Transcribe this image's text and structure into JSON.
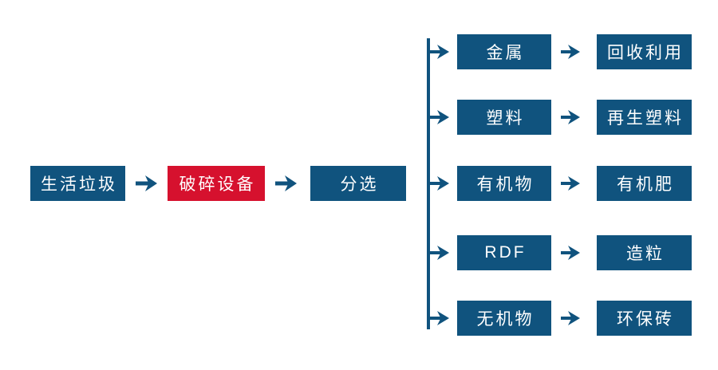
{
  "colors": {
    "node_blue": "#10537e",
    "node_red": "#d6112e",
    "arrow_blue": "#10537e",
    "text_white": "#ffffff",
    "background": "#ffffff"
  },
  "main_flow": [
    {
      "label": "生活垃圾"
    },
    {
      "label": "破碎设备"
    },
    {
      "label": "分选"
    }
  ],
  "branches": [
    {
      "category": "金属",
      "result": "回收利用"
    },
    {
      "category": "塑料",
      "result": "再生塑料"
    },
    {
      "category": "有机物",
      "result": "有机肥"
    },
    {
      "category": "RDF",
      "result": "造粒"
    },
    {
      "category": "无机物",
      "result": "环保砖"
    }
  ]
}
